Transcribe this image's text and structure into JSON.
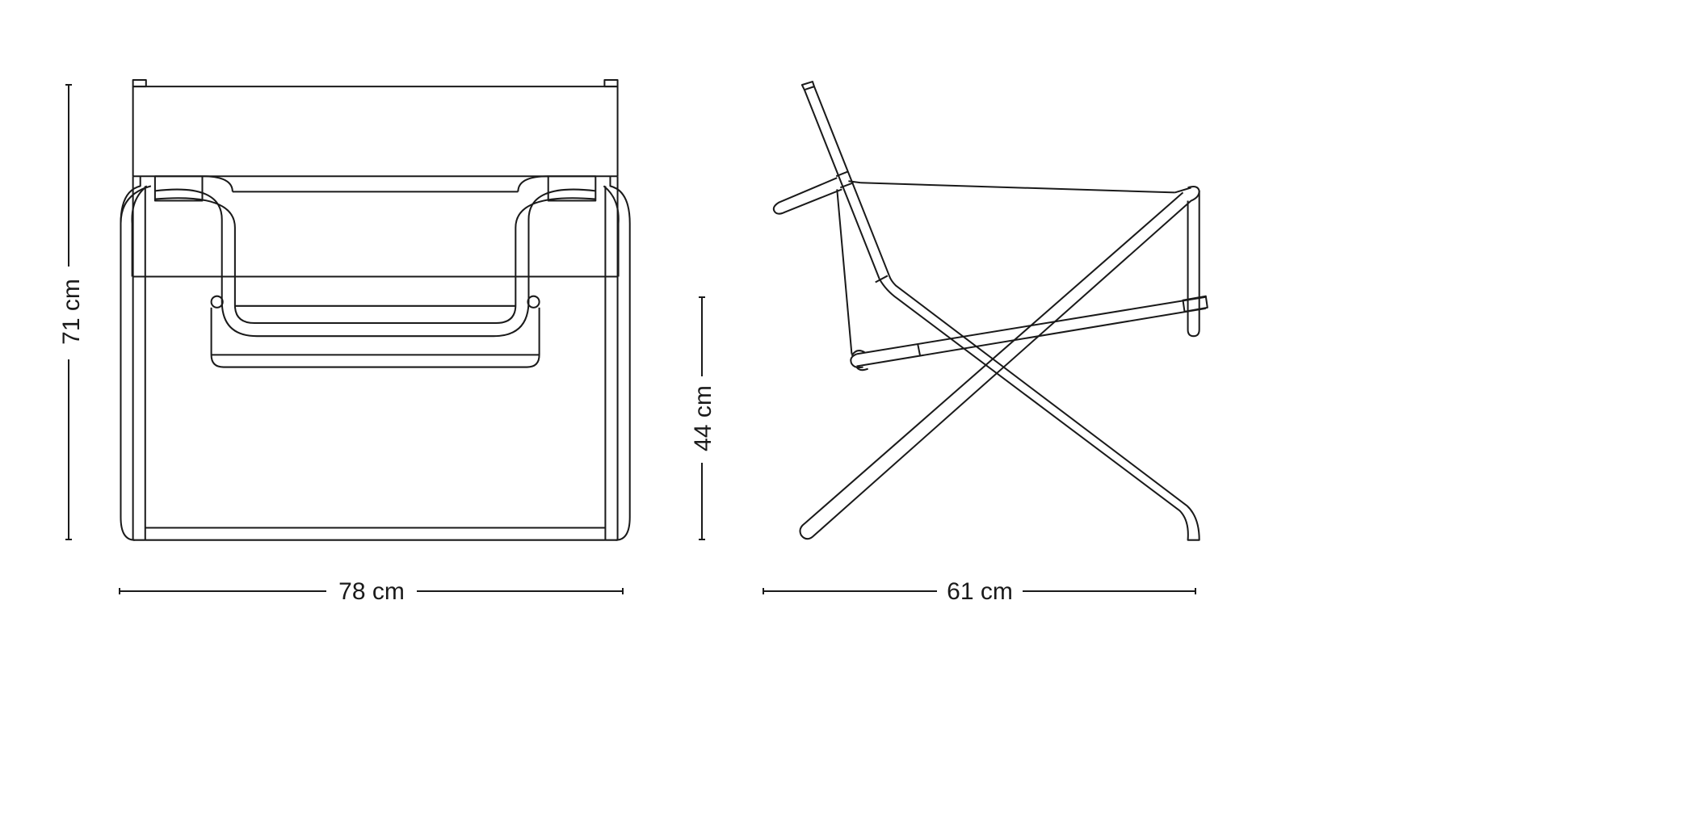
{
  "dimensions": {
    "height": "71 cm",
    "width": "78 cm",
    "seat_height": "44 cm",
    "depth": "61 cm"
  },
  "colors": {
    "line": "#1a1a1a",
    "background": "#ffffff"
  }
}
